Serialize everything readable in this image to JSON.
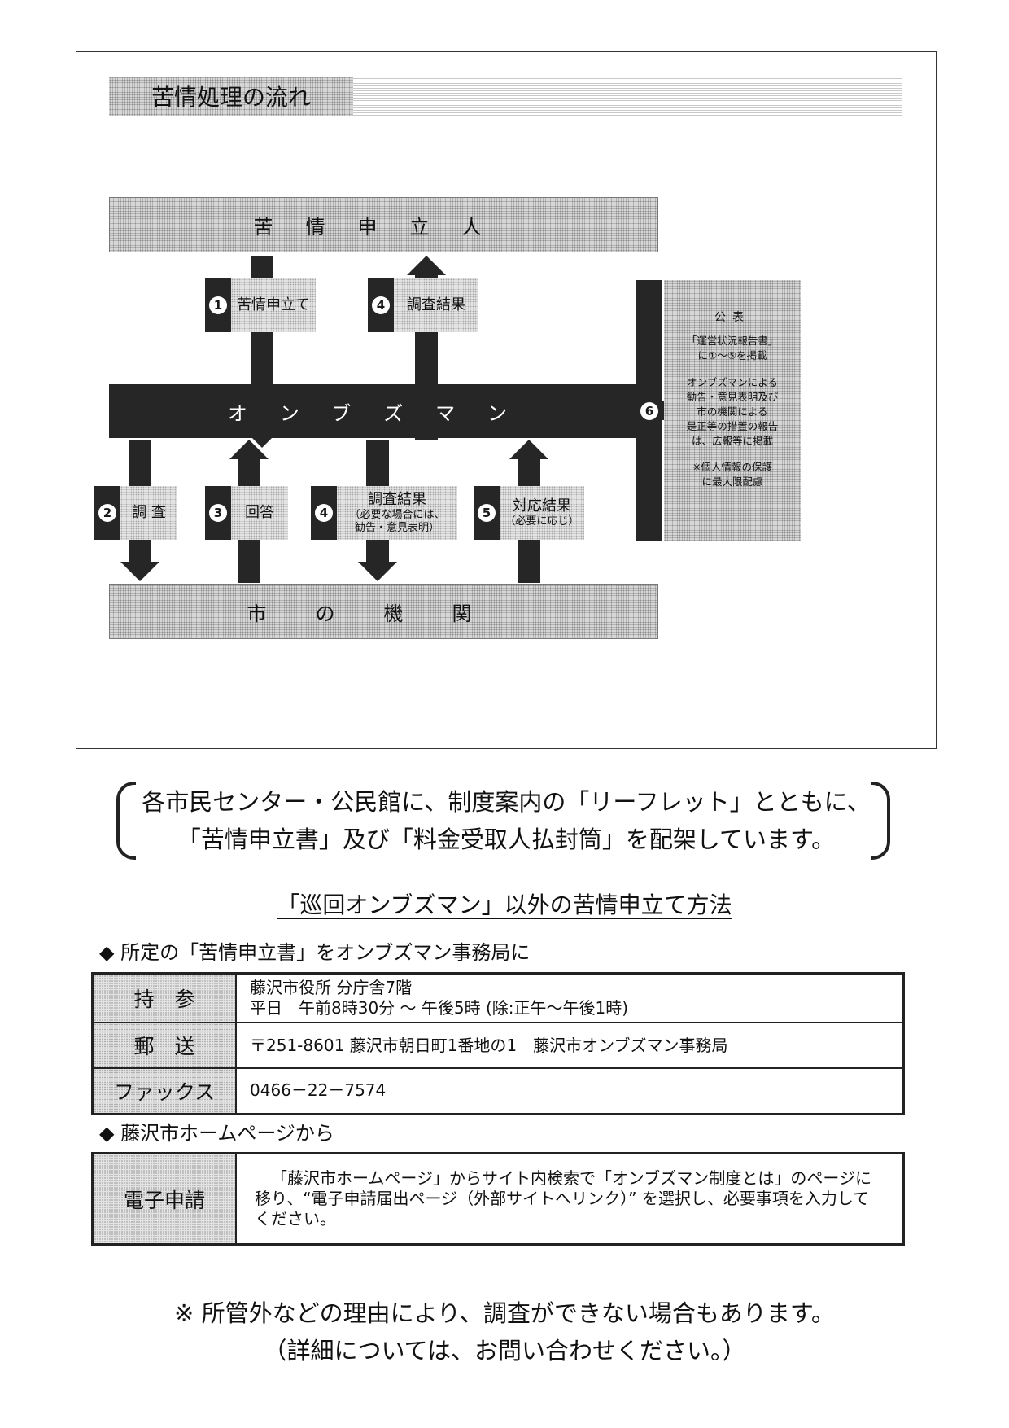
{
  "flow": {
    "title": "苦情処理の流れ",
    "top_box": "苦情申立人",
    "ombudsman_box": "オンブズマン",
    "bottom_box": "市の機関",
    "steps": {
      "s1": {
        "num": "1",
        "label": "苦情申立て"
      },
      "s4top": {
        "num": "4",
        "label": "調査結果"
      },
      "s2": {
        "num": "2",
        "label": "調 査"
      },
      "s3": {
        "num": "3",
        "label": "回答"
      },
      "s4bottom": {
        "num": "4",
        "label": "調査結果",
        "note": "（必要な場合には、",
        "note2": "勧告・意見表明）"
      },
      "s5": {
        "num": "5",
        "label": "対応結果",
        "note": "（必要に応じ）"
      },
      "s6": {
        "num": "6"
      }
    },
    "publication": {
      "heading": "公表",
      "line1": "「運営状況報告書」",
      "line2": "に①～⑤を掲載",
      "line3": "オンブズマンによる",
      "line4": "勧告・意見表明及び",
      "line5": "市の機関による",
      "line6": "是正等の措置の報告",
      "line7": "は、広報等に掲載",
      "line8": "※個人情報の保護",
      "line9": "に最大限配慮"
    }
  },
  "notice": {
    "line1": "各市民センター・公民館に、制度案内の「リーフレット」とともに、",
    "line2": "「苦情申立書」及び「料金受取人払封筒」を配架しています。"
  },
  "methods_title": "「巡回オンブズマン」以外の苦情申立て方法",
  "section1": {
    "bullet": "◆",
    "heading": "所定の「苦情申立書」をオンブズマン事務局に",
    "rows": [
      {
        "label": "持　参",
        "line1": "藤沢市役所 分庁舎7階",
        "line2": "平日　午前8時30分 ～ 午後5時 (除:正午～午後1時)"
      },
      {
        "label": "郵　送",
        "line1": "〒251-8601 藤沢市朝日町1番地の1　藤沢市オンブズマン事務局"
      },
      {
        "label": "ファックス",
        "line1": "0466－22－7574"
      }
    ]
  },
  "section2": {
    "bullet": "◆",
    "heading": "藤沢市ホームページから",
    "label": "電子申請",
    "text": "「藤沢市ホームページ」からサイト内検索で「オンブズマン制度とは」のページに移り、“電子申請届出ページ（外部サイトへリンク）” を選択し、必要事項を入力してください。"
  },
  "footer": {
    "line1": "※ 所管外などの理由により、調査ができない場合もあります。",
    "line2": "（詳細については、お問い合わせください。）"
  }
}
